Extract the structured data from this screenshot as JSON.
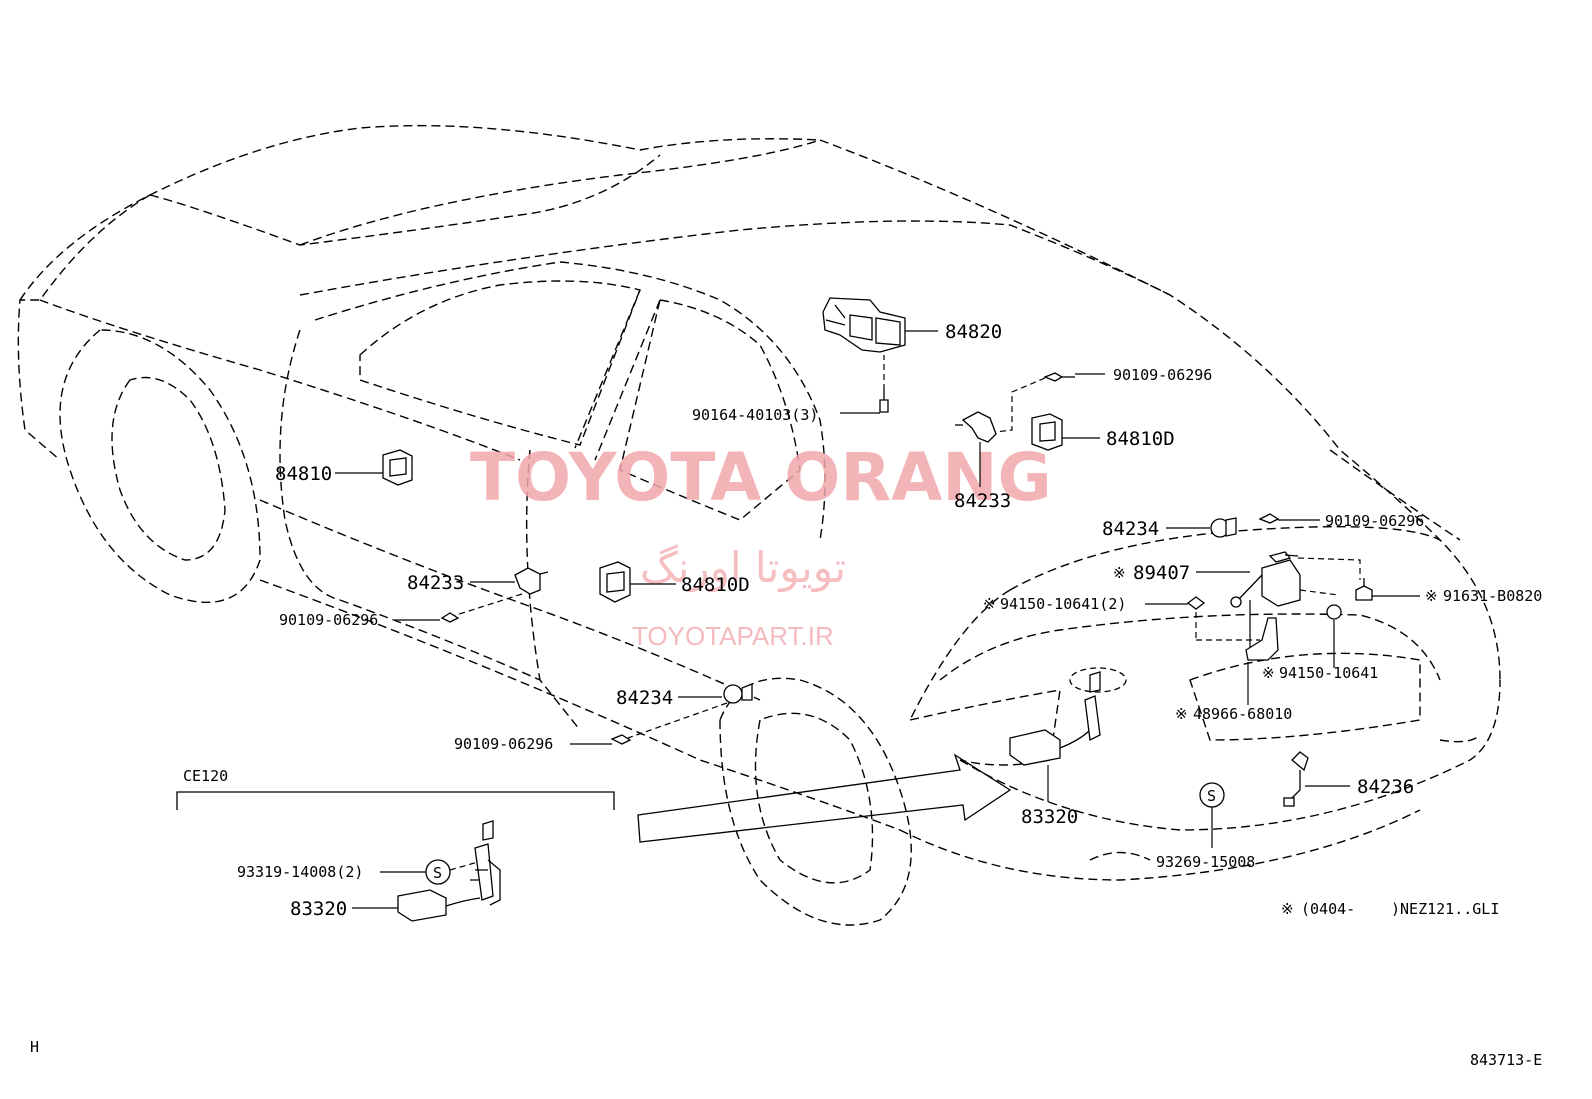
{
  "watermark": {
    "brand": "TOYOTA ORANG",
    "brand_persian": "تویوتا اورنگ",
    "site": "TOYOTAPART.IR"
  },
  "parts": {
    "p84820": "84820",
    "p90164": "90164-40103(3)",
    "p90109_a": "90109-06296",
    "p84810D_a": "84810D",
    "p84233_a": "84233",
    "p84810": "84810",
    "p84233_b": "84233",
    "p90109_b": "90109-06296",
    "p84810D_b": "84810D",
    "p84234_a": "84234",
    "p90109_c": "90109-06296",
    "p84234_b": "84234",
    "p90109_d": "90109-06296",
    "p89407": "89407",
    "p94150_a": "94150-10641(2)",
    "p91631": "91631-B0820",
    "p94150_b": "94150-10641",
    "p48966": "48966-68010",
    "p83320_a": "83320",
    "p84236": "84236",
    "p93269": "93269-15008",
    "p93319": "93319-14008(2)",
    "p83320_b": "83320"
  },
  "markers": {
    "ref": "※",
    "s_symbol": "S"
  },
  "inset": {
    "label": "CE120"
  },
  "footnote": {
    "mark": "※",
    "date": "(0404-",
    "models": ")NEZ121..GLI"
  },
  "corner_left": "H",
  "diagram_id": "843713-E"
}
